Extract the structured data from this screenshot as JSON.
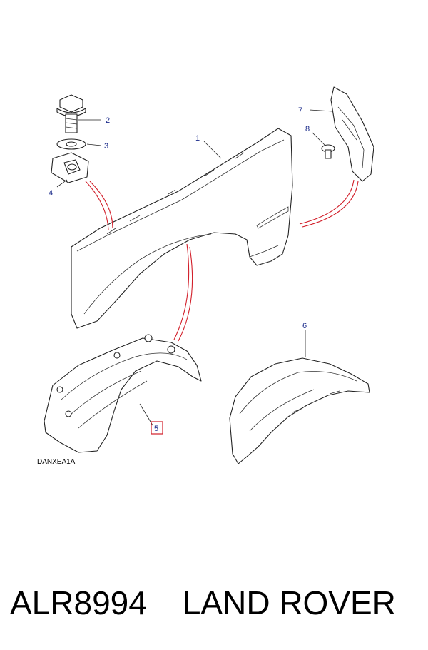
{
  "diagram": {
    "code": "DANXEA1A",
    "callouts": {
      "c1": "1",
      "c2": "2",
      "c3": "3",
      "c4": "4",
      "c5": "5",
      "c6": "6",
      "c7": "7",
      "c8": "8"
    },
    "colors": {
      "link_lines": "#d21f2a",
      "callout_text": "#1a2a8a",
      "highlight_box": "#d21f2a"
    }
  },
  "caption": {
    "part_number": "ALR8994",
    "brand": "LAND ROVER"
  }
}
